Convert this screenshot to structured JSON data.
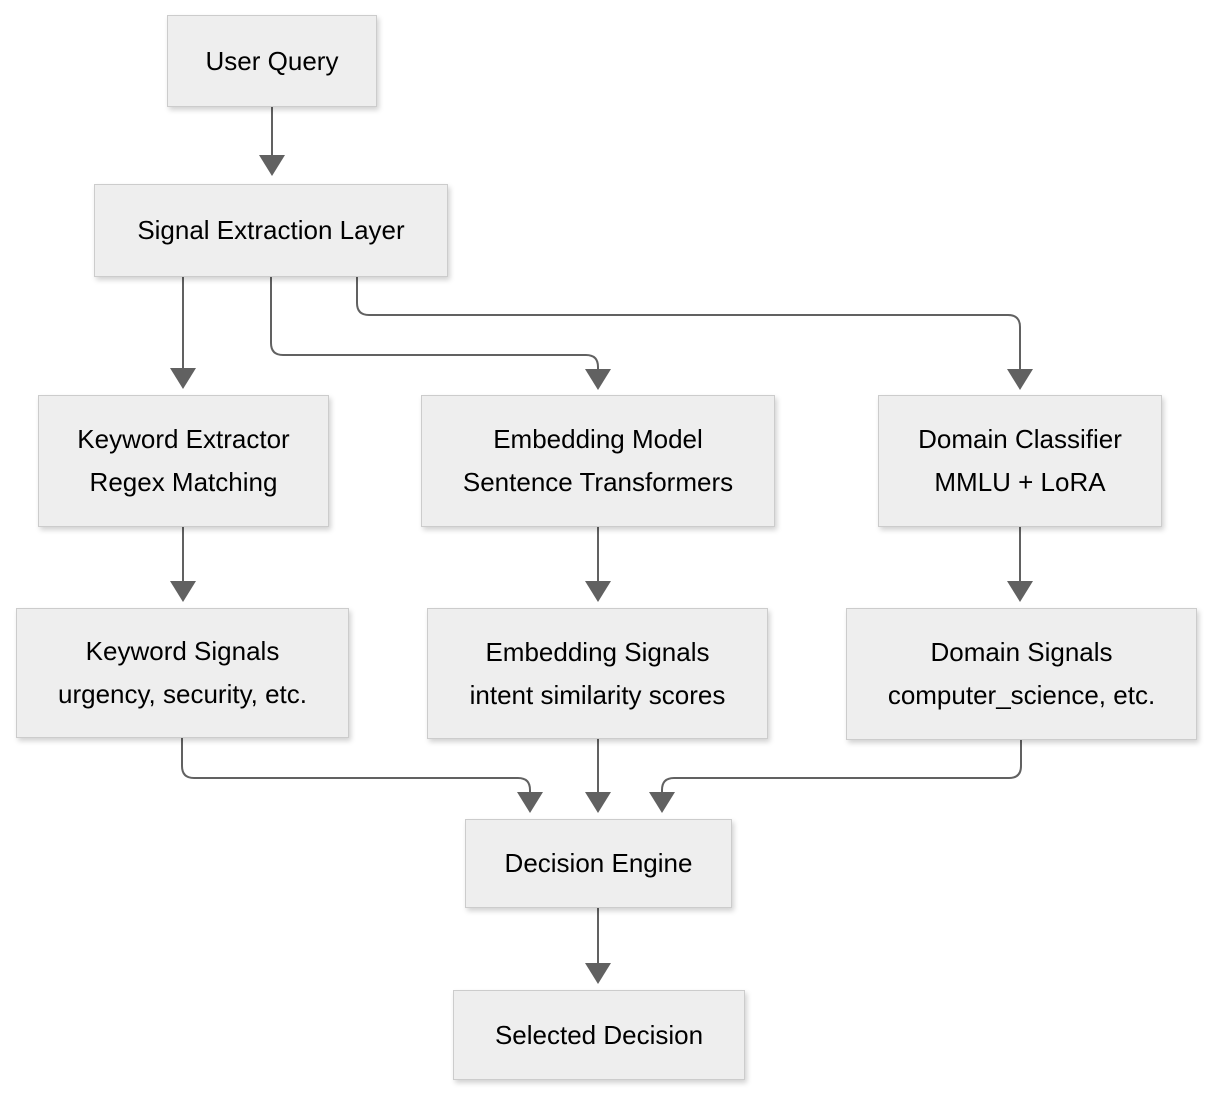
{
  "diagram": {
    "type": "flowchart",
    "direction": "top-down",
    "colors": {
      "background": "#ffffff",
      "node_fill": "#eeeeee",
      "node_border": "#cccccc",
      "edge": "#616161",
      "text": "#000000"
    },
    "nodes": {
      "user_query": {
        "title": "User Query"
      },
      "signal_extraction": {
        "title": "Signal Extraction Layer"
      },
      "keyword_extractor": {
        "title": "Keyword Extractor",
        "subtitle": "Regex Matching"
      },
      "embedding_model": {
        "title": "Embedding Model",
        "subtitle": "Sentence Transformers"
      },
      "domain_classifier": {
        "title": "Domain Classifier",
        "subtitle": "MMLU + LoRA"
      },
      "keyword_signals": {
        "title": "Keyword Signals",
        "subtitle": "urgency, security, etc."
      },
      "embedding_signals": {
        "title": "Embedding Signals",
        "subtitle": "intent similarity scores"
      },
      "domain_signals": {
        "title": "Domain Signals",
        "subtitle": "computer_science, etc."
      },
      "decision_engine": {
        "title": "Decision Engine"
      },
      "selected_decision": {
        "title": "Selected Decision"
      }
    },
    "edges": [
      {
        "from": "user_query",
        "to": "signal_extraction"
      },
      {
        "from": "signal_extraction",
        "to": "keyword_extractor"
      },
      {
        "from": "signal_extraction",
        "to": "embedding_model"
      },
      {
        "from": "signal_extraction",
        "to": "domain_classifier"
      },
      {
        "from": "keyword_extractor",
        "to": "keyword_signals"
      },
      {
        "from": "embedding_model",
        "to": "embedding_signals"
      },
      {
        "from": "domain_classifier",
        "to": "domain_signals"
      },
      {
        "from": "keyword_signals",
        "to": "decision_engine"
      },
      {
        "from": "embedding_signals",
        "to": "decision_engine"
      },
      {
        "from": "domain_signals",
        "to": "decision_engine"
      },
      {
        "from": "decision_engine",
        "to": "selected_decision"
      }
    ]
  }
}
